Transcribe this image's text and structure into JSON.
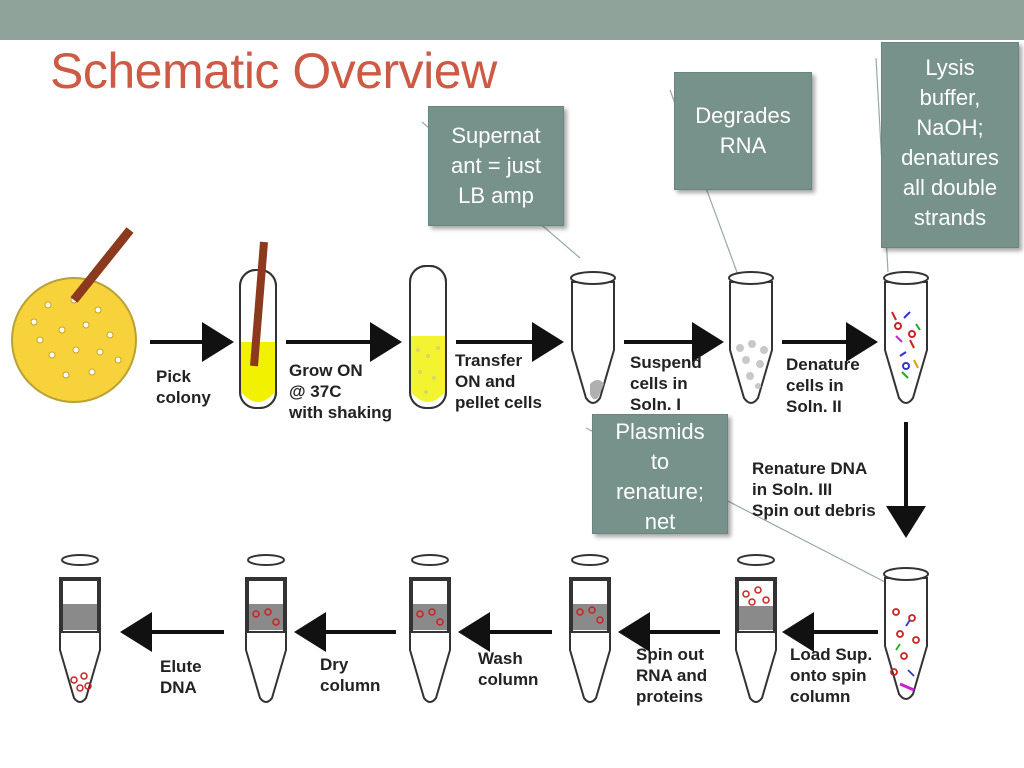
{
  "title": "Schematic Overview",
  "colors": {
    "header_bar": "#8fa39a",
    "title": "#cc5a45",
    "callout_bg": "#76928a",
    "plate": "#f7d23a",
    "culture": "#f2f200",
    "toothpick": "#8b3a1e"
  },
  "callouts": {
    "supernatant": "Supernat\nant = just\nLB amp",
    "degrades": "Degrades\nRNA",
    "lysis": "Lysis\nbuffer,\nNaOH;\ndenatures\nall double\nstrands",
    "plasmids": "Plasmids\nto\nrenature;\nnet"
  },
  "steps": {
    "pick": "Pick\ncolony",
    "grow": "Grow ON\n@ 37C\nwith shaking",
    "transfer": "Transfer\nON and\npellet cells",
    "suspend": "Suspend\ncells in\nSoln. I",
    "denature": "Denature\ncells in\nSoln. II",
    "renature": "Renature DNA\nin Soln. III\nSpin out debris",
    "load": "Load Sup.\nonto spin\ncolumn",
    "spin": "Spin out\nRNA and\nproteins",
    "wash": "Wash\ncolumn",
    "dry": "Dry\ncolumn",
    "elute": "Elute\nDNA"
  }
}
